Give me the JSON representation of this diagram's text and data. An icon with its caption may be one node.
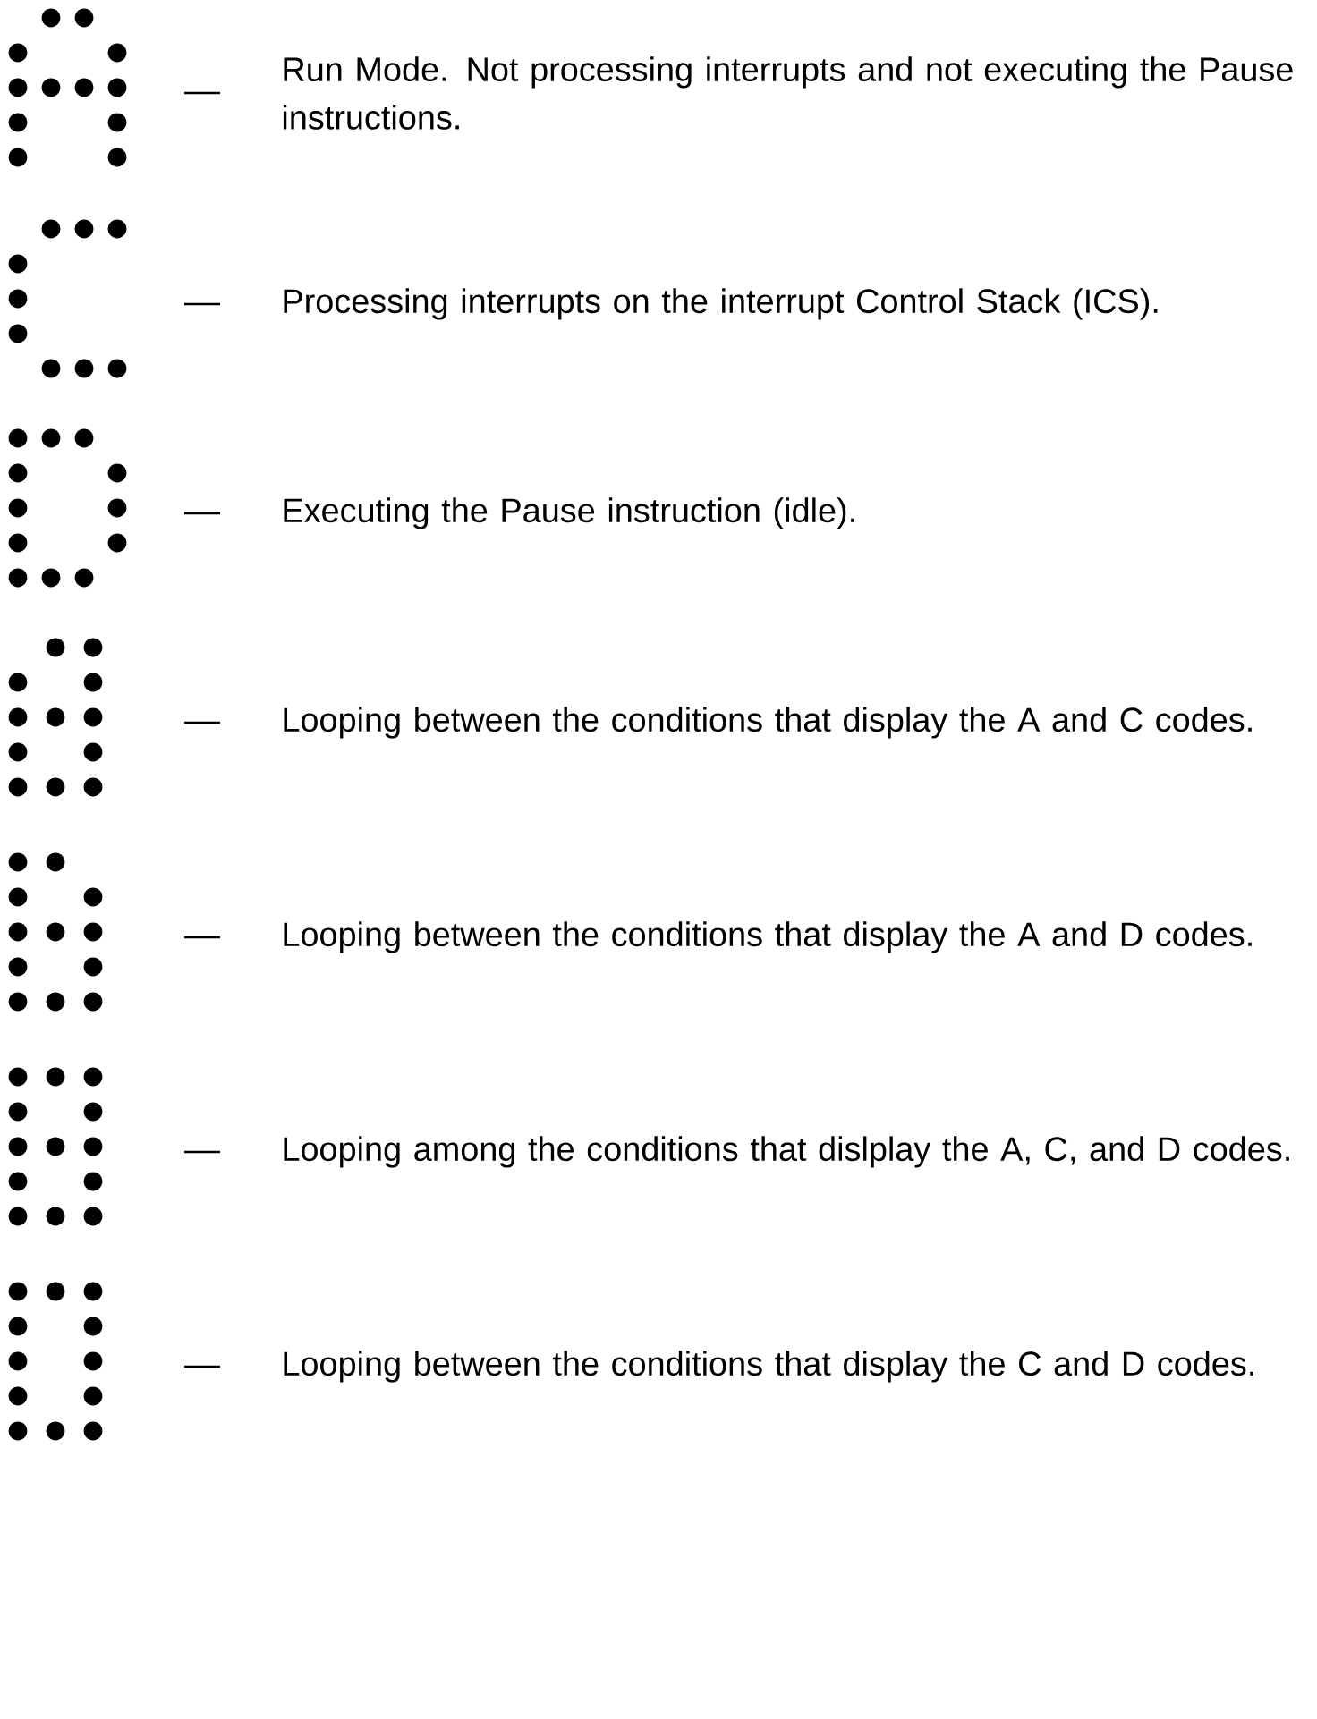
{
  "diagram": {
    "labels": [
      "Run Mode. Not processing interrupts and not executing the Pause instructions.",
      "Processing interrupts on the interrupt Control Stack (ICS).",
      "Executing the Pause instruction (idle).",
      "Looping between the conditions that display the A and C codes.",
      "Looping between the conditions that display the A and D codes.",
      "Looping among the conditions that dislplay the A, C, and D codes.",
      "Looping between the conditions that display the C and D codes."
    ]
  }
}
